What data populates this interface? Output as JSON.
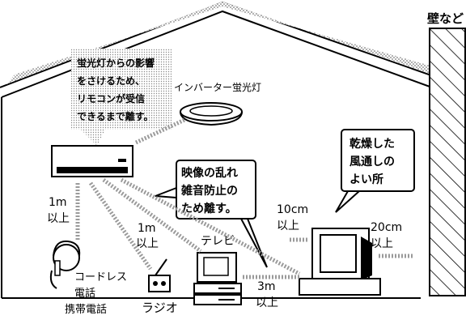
{
  "labels": {
    "fluorescent_warning": [
      "蛍光灯からの影響",
      "をさけるため、",
      "リモコンが受信",
      "できるまで離す。"
    ],
    "inverter_fluorescent": "インバーター蛍光灯",
    "wall_etc": "壁など",
    "dry_place": [
      "乾燥した",
      "風通しの",
      "よい所"
    ],
    "noise_prevention": [
      "映像の乱れ",
      "雑音防止の",
      "ため離す。"
    ],
    "dist_1m_left": [
      "1m",
      "以上"
    ],
    "dist_1m_center": [
      "1m",
      "以上"
    ],
    "dist_10cm": [
      "10cm",
      "以上"
    ],
    "dist_20cm": [
      "20cm",
      "以上"
    ],
    "dist_3m": [
      "3m",
      "以上"
    ],
    "tv": "テレビ",
    "radio": "ラジオ",
    "cordless_phone": [
      "コードレス",
      "電話"
    ],
    "mobile_phone": "携帯電話"
  }
}
